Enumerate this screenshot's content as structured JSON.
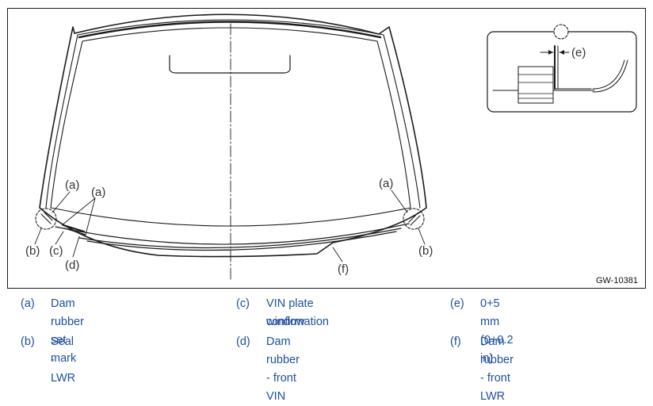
{
  "figure_id": "GW-10381",
  "callouts": {
    "a": "(a)",
    "b": "(b)",
    "c": "(c)",
    "d": "(d)",
    "e": "(e)",
    "f": "(f)"
  },
  "legend": [
    {
      "key": "(a)",
      "lines": [
        "Dam rubber set mark"
      ]
    },
    {
      "key": "(b)",
      "lines": [
        "Seal - LWR"
      ]
    },
    {
      "key": "(c)",
      "lines": [
        "VIN plate confirmation",
        "window"
      ]
    },
    {
      "key": "(d)",
      "lines": [
        "Dam rubber - front VIN"
      ]
    },
    {
      "key": "(e)",
      "lines": [
        "0+5 mm (0+0.2 in)"
      ]
    },
    {
      "key": "(f)",
      "lines": [
        "Dam rubber - front LWR"
      ]
    }
  ]
}
